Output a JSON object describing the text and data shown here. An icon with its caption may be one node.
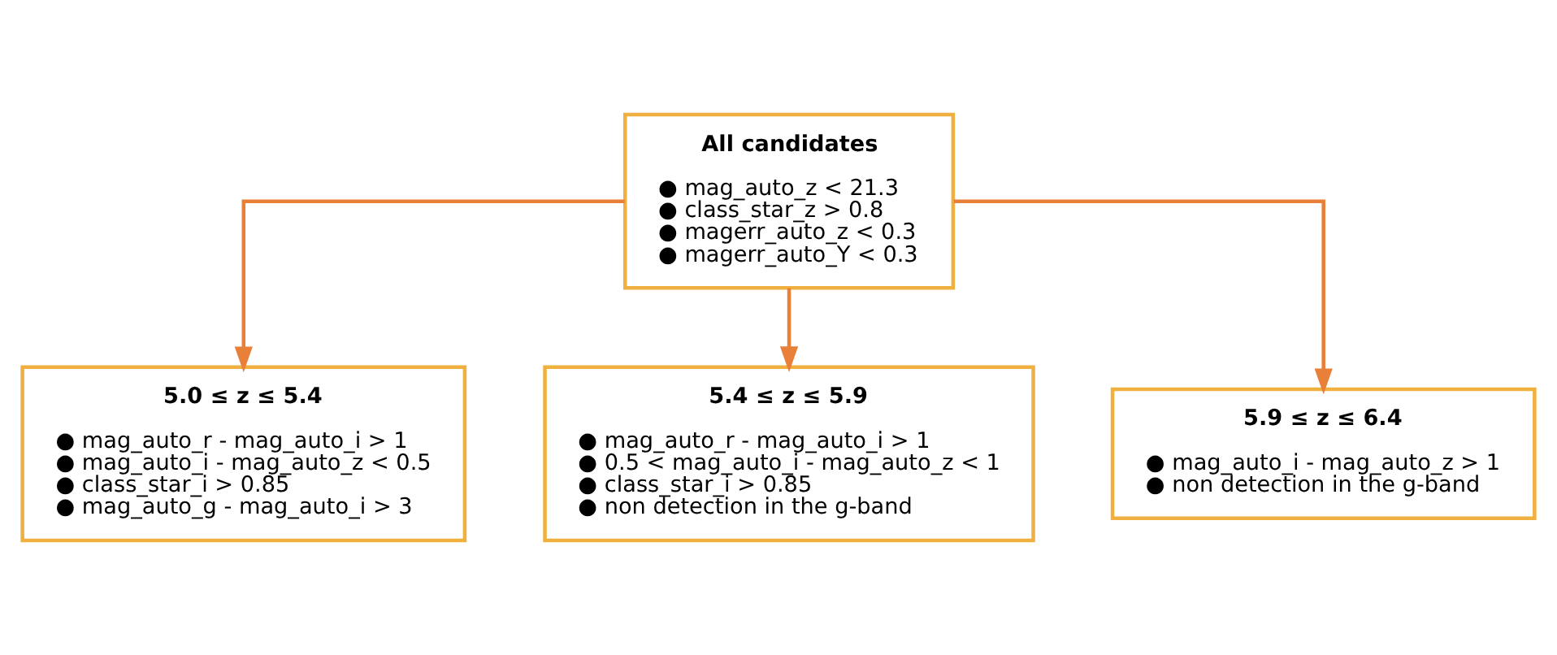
{
  "diagram": {
    "nodes": [
      {
        "text": [
          "All candidates",
          "● mag_auto_z < 21.3",
          "● class_star_z > 0.8",
          "● magerr_auto_z < 0.3",
          "● magerr_auto_Y < 0.3"
        ]
      },
      {
        "text": [
          "5.0 ≤ z ≤ 5.4",
          "● mag_auto_r - mag_auto_i > 1",
          "● mag_auto_i - mag_auto_z < 0.5",
          "● class_star_i > 0.85",
          "● mag_auto_g - mag_auto_i > 3"
        ]
      },
      {
        "text": [
          "5.4 ≤ z ≤ 5.9",
          "● mag_auto_r - mag_auto_i > 1",
          "● 0.5 < mag_auto_i - mag_auto_z < 1",
          "● class_star_i > 0.85",
          "● non detection in the g-band"
        ]
      },
      {
        "text": [
          "5.9 ≤ z ≤ 6.4",
          "● mag_auto_i - mag_auto_z > 1",
          "● non detection in the g-band"
        ]
      }
    ],
    "edges": [
      {
        "from": 0,
        "to": 1,
        "arrow": "to"
      },
      {
        "from": 0,
        "to": 2,
        "arrow": "to"
      },
      {
        "from": 0,
        "to": 3,
        "arrow": "to"
      }
    ]
  }
}
